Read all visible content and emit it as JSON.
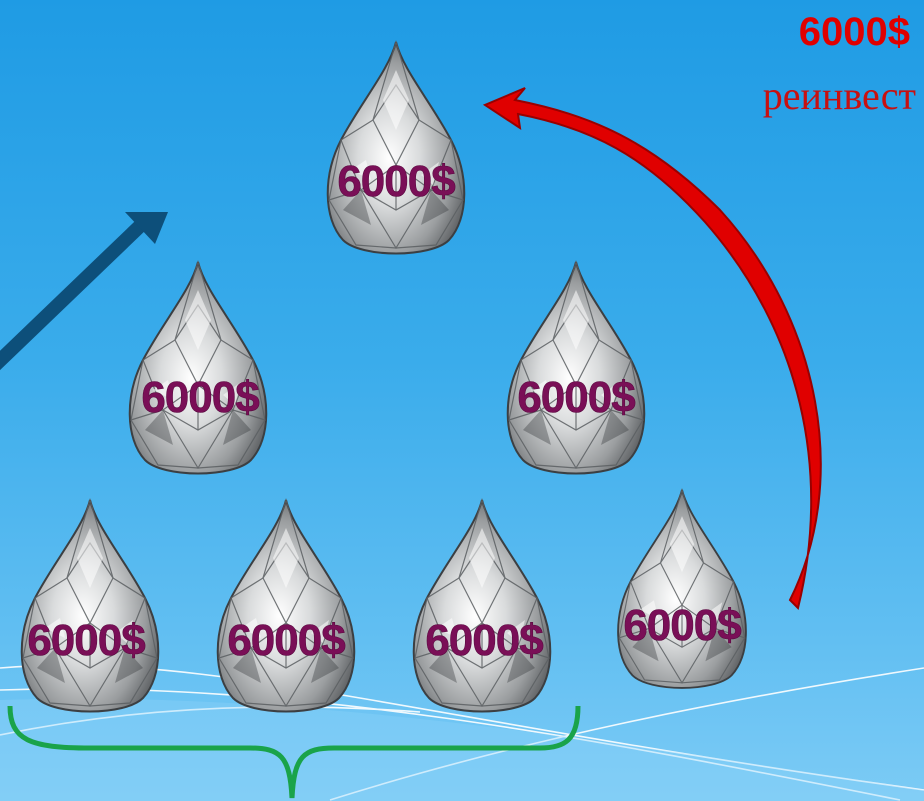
{
  "header": {
    "amount": "6000$",
    "caption": "реинвест"
  },
  "diamonds": [
    {
      "id": "top",
      "label": "6000$"
    },
    {
      "id": "mid-left",
      "label": "6000$"
    },
    {
      "id": "mid-right",
      "label": "6000$"
    },
    {
      "id": "bottom-1",
      "label": "6000$"
    },
    {
      "id": "bottom-2",
      "label": "6000$"
    },
    {
      "id": "bottom-3",
      "label": "6000$"
    },
    {
      "id": "bottom-4",
      "label": "6000$"
    }
  ],
  "colors": {
    "background_top": "#1f9be4",
    "background_bottom": "#7ccbf5",
    "label_text": "#7a0f57",
    "reinvest_arrow": "#e00000",
    "growth_arrow": "#0d4f7a",
    "brace": "#1aa34a"
  },
  "icons": {
    "diamond": "pear-cut-diamond-icon",
    "reinvest_arrow": "curved-arrow-icon",
    "growth_arrow": "diagonal-arrow-icon",
    "brace": "curly-brace-icon"
  }
}
